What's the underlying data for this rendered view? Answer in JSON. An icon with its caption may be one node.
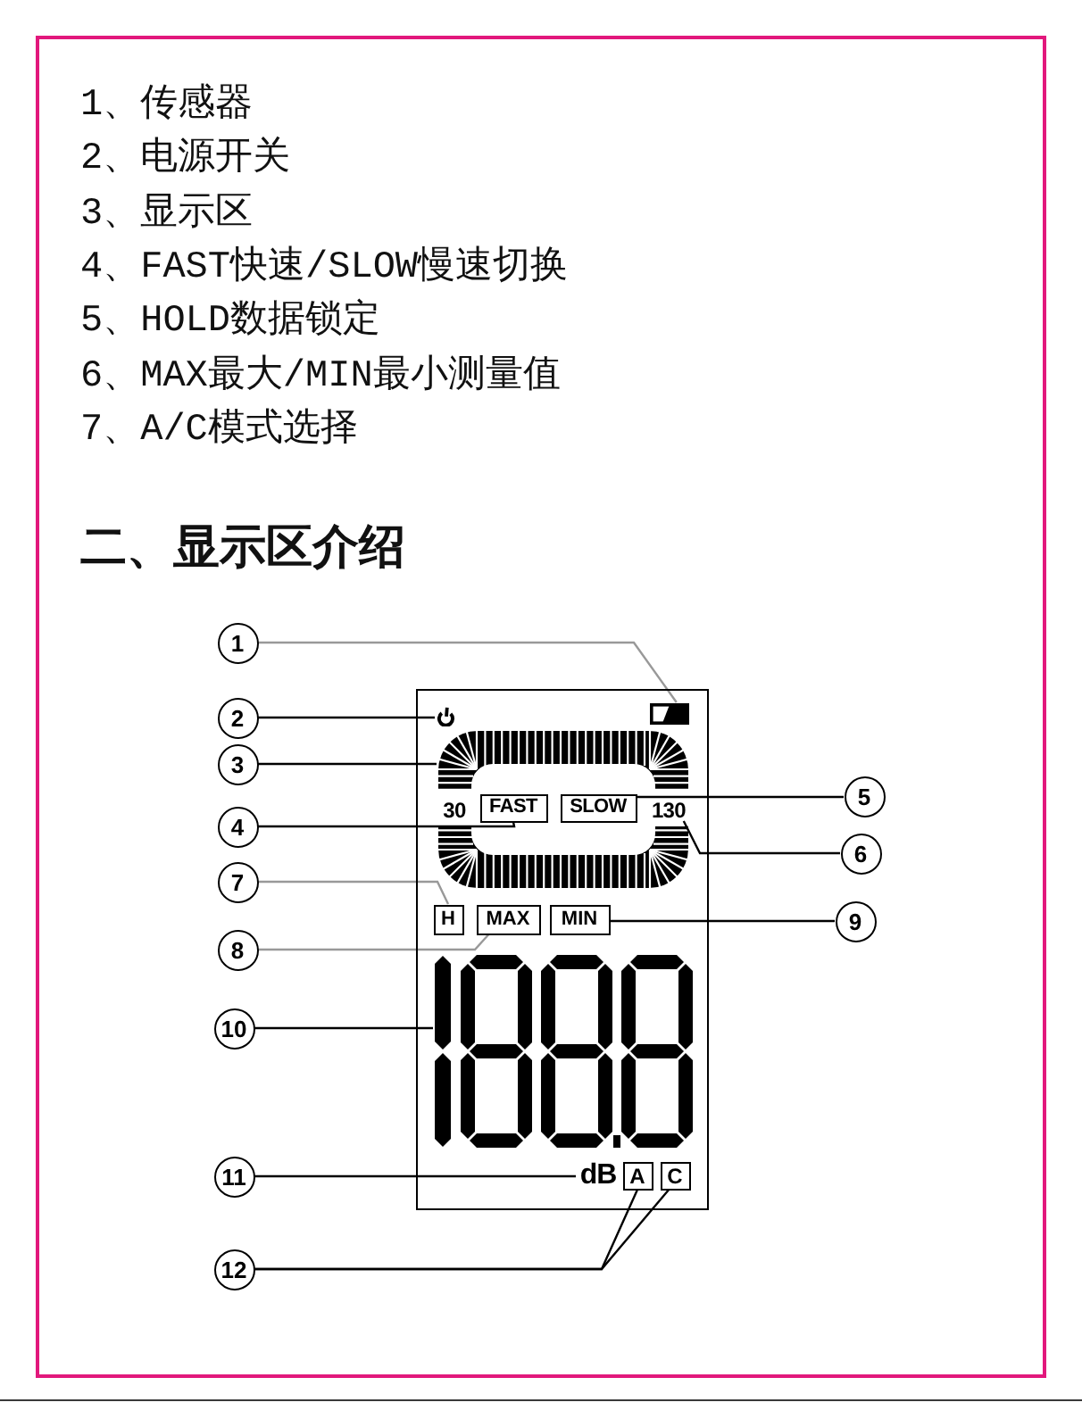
{
  "diagram": {
    "nodes": [
      {
        "text": [
          "1"
        ]
      },
      {
        "text": [
          "2"
        ]
      },
      {
        "text": [
          "3"
        ]
      },
      {
        "text": [
          "4"
        ]
      },
      {
        "text": [
          "5"
        ]
      },
      {
        "text": [
          "6"
        ]
      },
      {
        "text": [
          "7"
        ]
      },
      {
        "text": [
          "8"
        ]
      },
      {
        "text": [
          "9"
        ]
      },
      {
        "text": [
          "10"
        ]
      },
      {
        "text": [
          "11"
        ]
      },
      {
        "text": [
          "12"
        ]
      },
      {
        "text": [],
        "shape": "box"
      },
      {
        "text": [],
        "shape": "picture",
        "in": 12
      },
      {
        "text": [],
        "shape": "picture",
        "in": 12
      },
      {
        "text": [],
        "shape": "picture",
        "in": 12
      },
      {
        "text": [
          "FAST"
        ],
        "in": 15
      },
      {
        "text": [
          "SLOW"
        ],
        "in": 15
      },
      {
        "text": [
          "130"
        ],
        "in": 15
      },
      {
        "text": [
          "H"
        ],
        "in": 12
      },
      {
        "text": [
          "MAX"
        ],
        "in": 12
      },
      {
        "text": [
          "MIN"
        ],
        "in": 12
      },
      {
        "text": [],
        "shape": "picture",
        "in": 12
      },
      {
        "text": [
          "dB"
        ],
        "in": 12
      },
      {
        "text": [
          "A"
        ],
        "in": 12
      },
      {
        "text": [
          "C"
        ],
        "in": 12
      }
    ],
    "edges": [
      {
        "from": 0,
        "to": 14,
        "arrow": "none",
        "color": "#999999"
      },
      {
        "from": 1,
        "to": 13,
        "arrow": "none"
      },
      {
        "from": 2,
        "to": 15,
        "arrow": "none"
      },
      {
        "from": 3,
        "to": 16,
        "arrow": "none"
      },
      {
        "from": 4,
        "to": 17,
        "arrow": "none"
      },
      {
        "from": 5,
        "to": 18,
        "arrow": "none"
      },
      {
        "from": 6,
        "to": 19,
        "arrow": "none",
        "color": "#999999"
      },
      {
        "from": 7,
        "to": 20,
        "arrow": "none",
        "color": "#999999"
      },
      {
        "from": 8,
        "to": 21,
        "arrow": "none"
      },
      {
        "from": 9,
        "to": 22,
        "arrow": "none"
      },
      {
        "from": 10,
        "to": 23,
        "arrow": "none"
      },
      {
        "from": 11,
        "to": 24,
        "arrow": "none"
      },
      {
        "from": 11,
        "to": 25,
        "arrow": "none"
      }
    ],
    "labels": [
      "1、传感器",
      "2、电源开关",
      "3、显示区",
      "4、FAST快速/SLOW慢速切换",
      "5、HOLD数据锁定",
      "6、MAX最大/MIN最小测量值",
      "7、A/C模式选择",
      "二、显示区介绍",
      "30"
    ]
  }
}
